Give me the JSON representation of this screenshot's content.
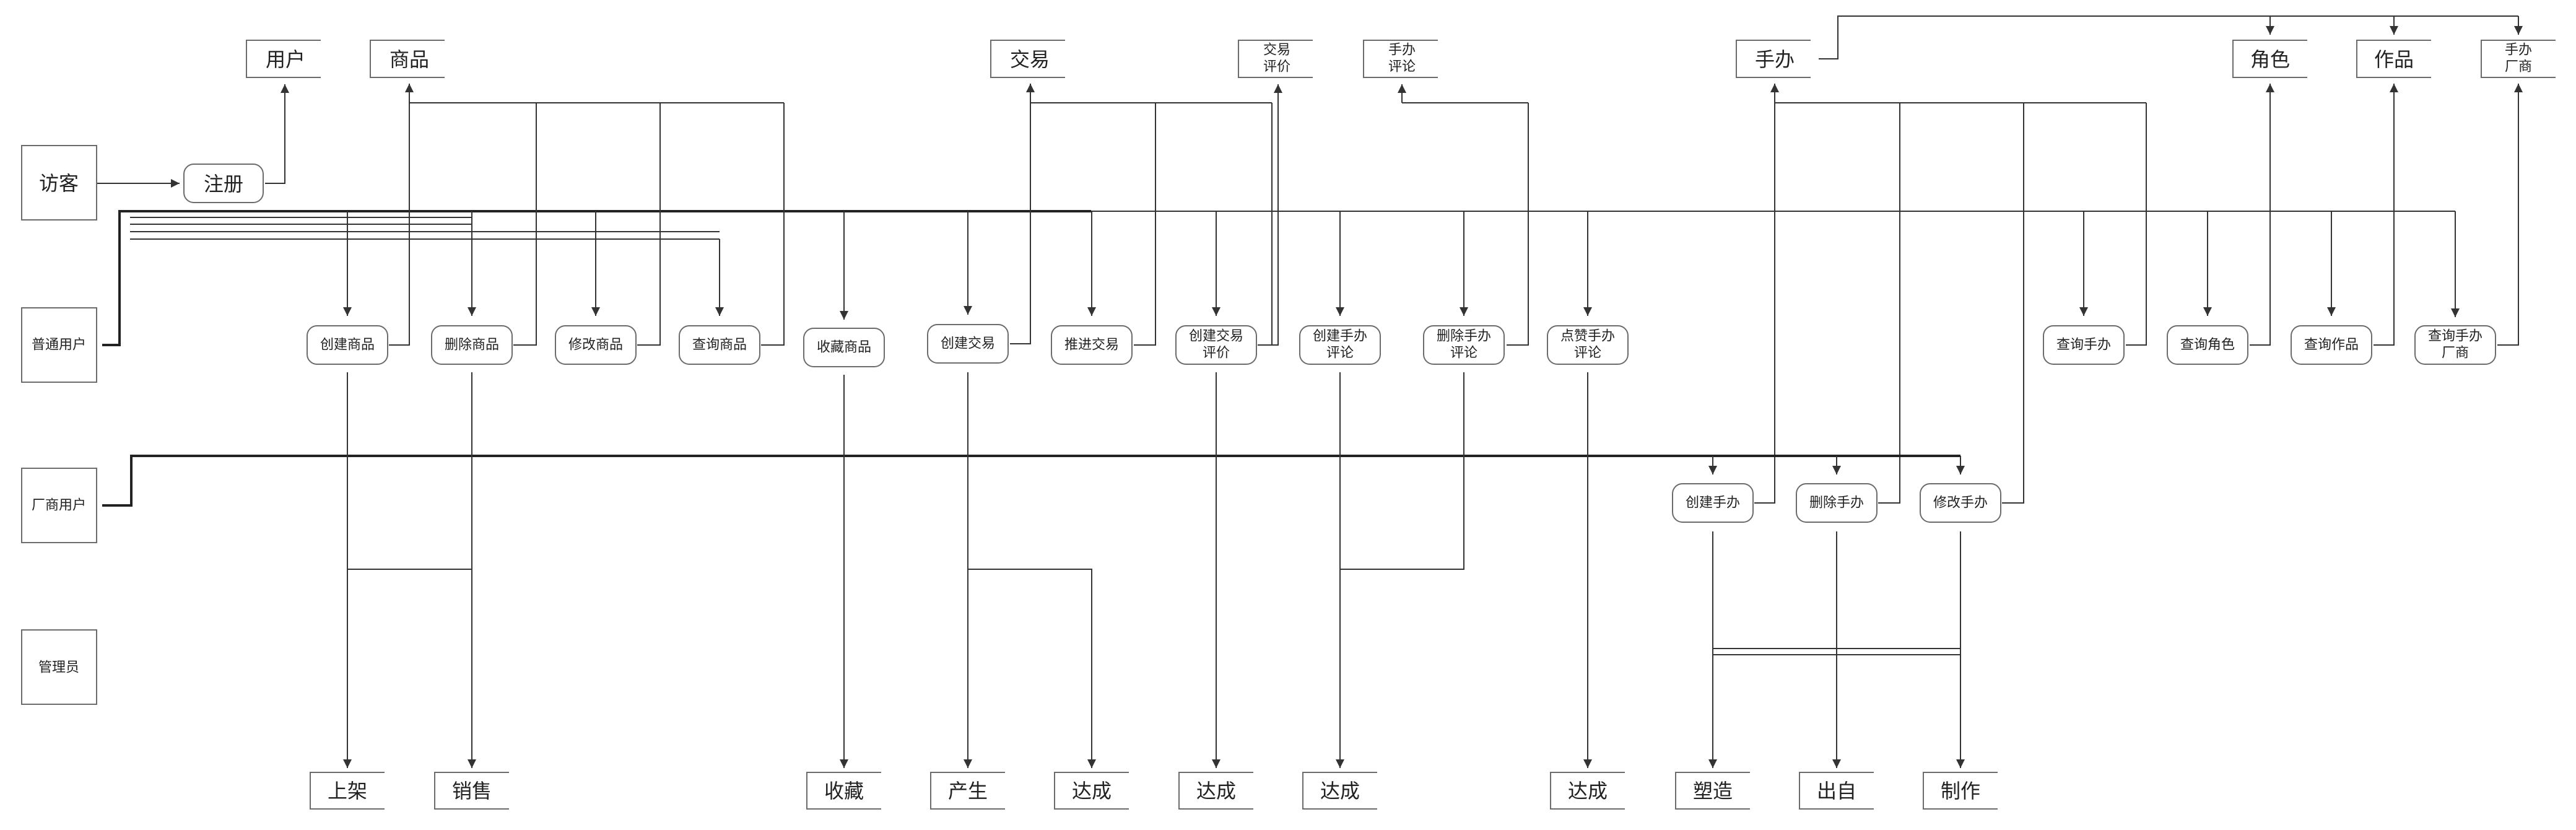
{
  "actors": {
    "visitor": "访客",
    "user": "普通用户",
    "vendor": "厂商用户",
    "admin": "管理员"
  },
  "register": "注册",
  "entities": {
    "user": "用户",
    "product": "商品",
    "trade": "交易",
    "trade_review": [
      "交易",
      "评价"
    ],
    "figure_review": [
      "手办",
      "评论"
    ],
    "figure": "手办",
    "role": "角色",
    "work": "作品",
    "figure_vendor": [
      "手办",
      "厂商"
    ]
  },
  "user_actions": {
    "create_product": "创建商品",
    "delete_product": "删除商品",
    "modify_product": "修改商品",
    "query_product": "查询商品",
    "favorite_product": "收藏商品",
    "create_trade": "创建交易",
    "advance_trade": "推进交易",
    "create_trade_review": [
      "创建交易",
      "评价"
    ],
    "create_figure_review": [
      "创建手办",
      "评论"
    ],
    "delete_figure_review": [
      "删除手办",
      "评论"
    ],
    "like_figure_review": [
      "点赞手办",
      "评论"
    ],
    "query_figure": "查询手办",
    "query_role": "查询角色",
    "query_work": "查询作品",
    "query_figure_vendor": [
      "查询手办",
      "厂商"
    ]
  },
  "vendor_actions": {
    "create_figure": "创建手办",
    "delete_figure": "删除手办",
    "modify_figure": "修改手办"
  },
  "outcomes": {
    "list": "上架",
    "sell": "销售",
    "collect": "收藏",
    "produce": "产生",
    "achieve_1": "达成",
    "achieve_2": "达成",
    "achieve_3": "达成",
    "achieve_4": "达成",
    "shape": "塑造",
    "origin": "出自",
    "make": "制作"
  }
}
